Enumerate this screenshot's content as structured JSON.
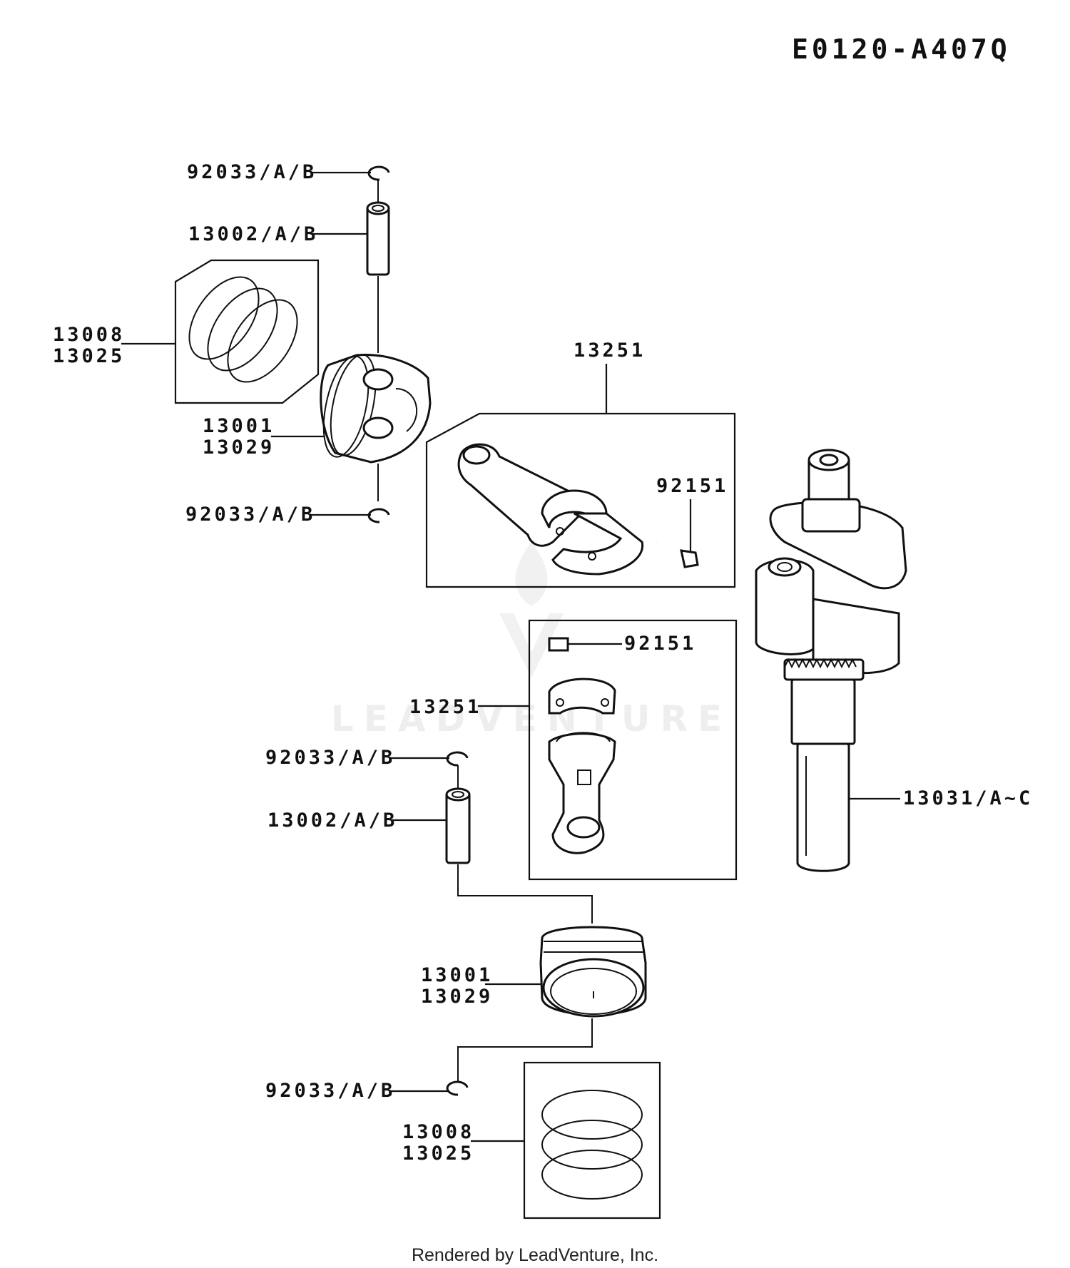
{
  "diagram_code": "E0120-A407Q",
  "footer": "Rendered by LeadVenture, Inc.",
  "watermark": "LEADVENTURE",
  "labels": {
    "clip_top_1": "92033/A/B",
    "pin_top": "13002/A/B",
    "rings_top_a": "13008",
    "rings_top_b": "13025",
    "piston_top_a": "13001",
    "piston_top_b": "13029",
    "clip_top_2": "92033/A/B",
    "rod_top": "13251",
    "bolt_top": "92151",
    "bolt_lower": "92151",
    "rod_lower": "13251",
    "clip_low_1": "92033/A/B",
    "pin_low": "13002/A/B",
    "crankshaft": "13031/A~C",
    "piston_low_a": "13001",
    "piston_low_b": "13029",
    "clip_low_2": "92033/A/B",
    "rings_low_a": "13008",
    "rings_low_b": "13025"
  }
}
